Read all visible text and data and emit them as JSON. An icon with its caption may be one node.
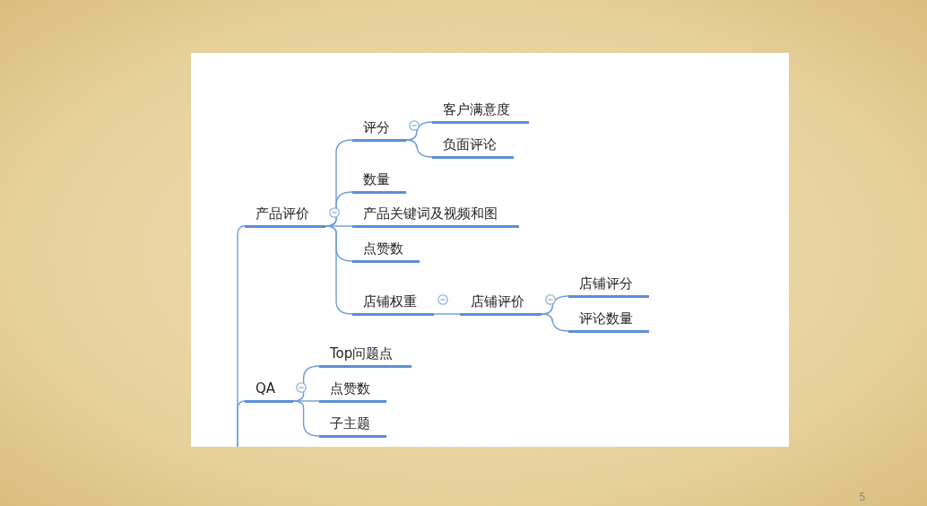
{
  "diagram": {
    "nodes": [
      {
        "text": [
          "产品评价"
        ]
      },
      {
        "text": [
          "评分"
        ]
      },
      {
        "text": [
          "客户满意度"
        ]
      },
      {
        "text": [
          "负面评论"
        ]
      },
      {
        "text": [
          "数量"
        ]
      },
      {
        "text": [
          "产品关键词及视频和图"
        ]
      },
      {
        "text": [
          "点赞数"
        ]
      },
      {
        "text": [
          "店铺权重"
        ]
      },
      {
        "text": [
          "店铺评价"
        ]
      },
      {
        "text": [
          "店铺评分"
        ]
      },
      {
        "text": [
          "评论数量"
        ]
      },
      {
        "text": [
          "QA"
        ]
      },
      {
        "text": [
          "Top问题点"
        ]
      },
      {
        "text": [
          "点赞数"
        ]
      },
      {
        "text": [
          "子主题"
        ]
      }
    ],
    "edges": [
      {
        "from": null,
        "to": 0,
        "arrow": "none"
      },
      {
        "from": null,
        "to": 11,
        "arrow": "none"
      },
      {
        "from": 0,
        "to": 1,
        "arrow": "none"
      },
      {
        "from": 0,
        "to": 4,
        "arrow": "none"
      },
      {
        "from": 0,
        "to": 5,
        "arrow": "none"
      },
      {
        "from": 0,
        "to": 6,
        "arrow": "none"
      },
      {
        "from": 0,
        "to": 7,
        "arrow": "none"
      },
      {
        "from": 1,
        "to": 2,
        "arrow": "none"
      },
      {
        "from": 1,
        "to": 3,
        "arrow": "none"
      },
      {
        "from": 7,
        "to": 8,
        "arrow": "none"
      },
      {
        "from": 8,
        "to": 9,
        "arrow": "none"
      },
      {
        "from": 8,
        "to": 10,
        "arrow": "none"
      },
      {
        "from": 11,
        "to": 12,
        "arrow": "none"
      },
      {
        "from": 11,
        "to": 13,
        "arrow": "none"
      },
      {
        "from": 11,
        "to": 14,
        "arrow": "none"
      }
    ],
    "labels": [
      "5"
    ]
  }
}
